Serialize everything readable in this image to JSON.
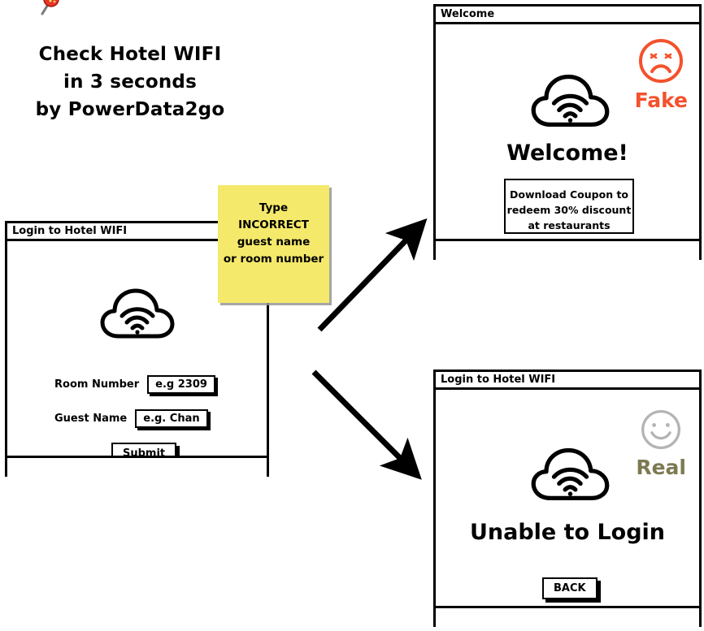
{
  "headline": {
    "line1": "Check Hotel WIFI",
    "line2": "in 3 seconds",
    "line3": "by PowerData2go"
  },
  "colors": {
    "fake": "#f4512c",
    "real": "#7d7a52",
    "smiley_grey": "#b4b4b4",
    "sticky_yellow": "#f4e96a",
    "pin_red": "#e8342a",
    "ink": "#000000"
  },
  "login_window": {
    "title": "Login to Hotel WIFI",
    "icon": "cloud-wifi-icon",
    "fields": [
      {
        "label": "Room Number",
        "value": "e.g 2309",
        "name": "room-number"
      },
      {
        "label": "Guest Name",
        "value": "e.g. Chan",
        "name": "guest-name"
      }
    ],
    "submit_label": "Submit"
  },
  "sticky_note": {
    "pin": "pushpin-icon",
    "line1": "Type",
    "line2": "INCORRECT",
    "line3": "guest name",
    "line4": "or room number"
  },
  "welcome_window": {
    "title": "Welcome",
    "verdict_label": "Fake",
    "verdict_icon": "sad-face-icon",
    "icon": "cloud-wifi-icon",
    "message": "Welcome!",
    "coupon": {
      "line1": "Download Coupon to",
      "line2": "redeem 30% discount",
      "line3": "at restaurants"
    }
  },
  "fail_window": {
    "title": "Login to Hotel WIFI",
    "verdict_label": "Real",
    "verdict_icon": "smiley-face-icon",
    "icon": "cloud-wifi-icon",
    "message": "Unable to Login",
    "back_label": "BACK"
  },
  "arrows": [
    {
      "name": "arrow-to-fake",
      "direction": "up-right"
    },
    {
      "name": "arrow-to-real",
      "direction": "down-right"
    }
  ]
}
